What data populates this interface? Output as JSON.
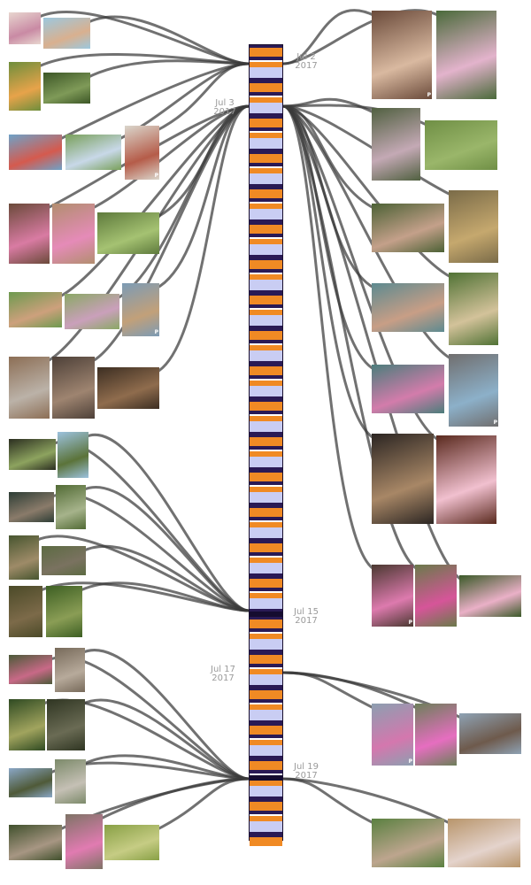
{
  "colors": {
    "curve": "#3a3a3a",
    "timeline_border": "#1a1030",
    "bar_purple": "#2a1a55",
    "bar_orange": "#f08a24",
    "bar_lavender": "#c9cdf3",
    "bar_dark": "#150c30",
    "bar_white": "#ffffff"
  },
  "dates": [
    {
      "month_day": "Jul  2",
      "year": "2017"
    },
    {
      "month_day": "Jul  3",
      "year": "2017"
    },
    {
      "month_day": "Jul 15",
      "year": "2017"
    },
    {
      "month_day": "Jul 17",
      "year": "2017"
    },
    {
      "month_day": "Jul 19",
      "year": "2017"
    }
  ],
  "badge_letter": "P"
}
